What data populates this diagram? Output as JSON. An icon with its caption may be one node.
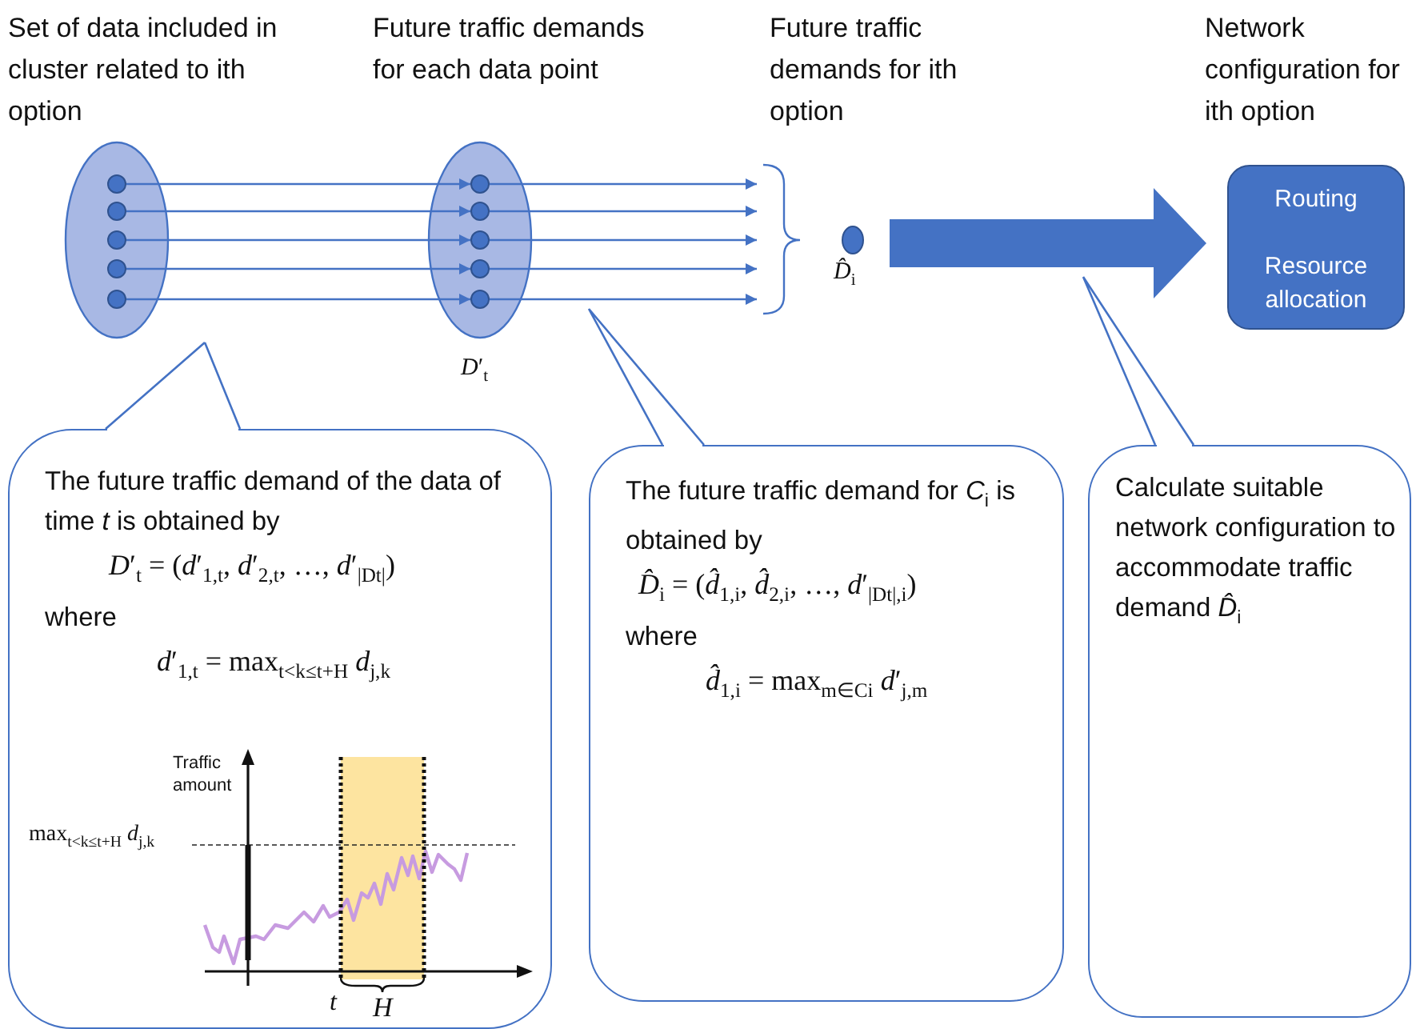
{
  "diagram": {
    "nodes": [
      {
        "text": [
          "Set of data included in cluster related to ith option"
        ]
      },
      {
        "text": [],
        "shape": "circle",
        "in": 0
      },
      {
        "text": [],
        "shape": "circle",
        "in": 0
      },
      {
        "text": [],
        "shape": "circle",
        "in": 0
      },
      {
        "text": [],
        "shape": "circle",
        "in": 0
      },
      {
        "text": [],
        "shape": "circle",
        "in": 0
      },
      {
        "text": [
          "Future traffic demands for each data point"
        ],
        "beside": [
          "*D*′$_{t}$"
        ]
      },
      {
        "text": [],
        "shape": "circle",
        "in": 6
      },
      {
        "text": [],
        "shape": "circle",
        "in": 6
      },
      {
        "text": [],
        "shape": "circle",
        "in": 6
      },
      {
        "text": [],
        "shape": "circle",
        "in": 6
      },
      {
        "text": [],
        "shape": "circle",
        "in": 6
      },
      {
        "text": [],
        "shape": "circle",
        "beside": [
          "*D̂*$_{i}$"
        ]
      },
      {
        "text": [
          "Network configuration for ith option",
          "Routing",
          "Resource allocation"
        ]
      },
      {
        "text": [
          "The future traffic demand of the data of time *t* is obtained by",
          "*D*′$_{t}$ = (*d*′$_{1,t}$, *d*′$_{2,t}$, …, *d*′$_{|Dt|}$)",
          "where",
          "*d*′$_{1,t}$ = max$_{t<k≤t+H}$ *d*$_{j,k}$"
        ]
      },
      {
        "text": [
          "The future traffic demand for *C*$_{i}$ is obtained by",
          "*D̂*$_{i}$ = (*d̂*$_{1,i}$, *d̂*$_{2,i}$, …, *d*′$_{|Dt|,i}$)",
          "where",
          "*d̂*$_{1,i}$ = max$_{m∈Ci}$ *d*′$_{j,m}$"
        ]
      },
      {
        "text": [
          "Calculate suitable network configuration to accommodate traffic demand *D̂*$_{i}$"
        ]
      }
    ],
    "edges": [
      {
        "from": 1,
        "to": 7,
        "arrow": "to"
      },
      {
        "from": 2,
        "to": 8,
        "arrow": "to"
      },
      {
        "from": 3,
        "to": 9,
        "arrow": "to"
      },
      {
        "from": 4,
        "to": 10,
        "arrow": "to"
      },
      {
        "from": 5,
        "to": 11,
        "arrow": "to"
      },
      {
        "from": 7,
        "to": 12,
        "arrow": "to"
      },
      {
        "from": 8,
        "to": 12,
        "arrow": "to"
      },
      {
        "from": 9,
        "to": 12,
        "arrow": "to"
      },
      {
        "from": 10,
        "to": 12,
        "arrow": "to"
      },
      {
        "from": 11,
        "to": 12,
        "arrow": "to"
      },
      {
        "from": 12,
        "to": 13,
        "arrow": "to",
        "style": "thick"
      },
      {
        "from": 14,
        "to": null,
        "arrow": "none"
      },
      {
        "from": 15,
        "to": null,
        "arrow": "none"
      },
      {
        "from": 16,
        "to": null,
        "arrow": "none"
      }
    ],
    "labels": [
      "Future traffic demands for ith option",
      "Traffic amount",
      "max$_{t<k≤t+H}$ *d*$_{j,k}$",
      "*t*",
      "*H*"
    ]
  }
}
